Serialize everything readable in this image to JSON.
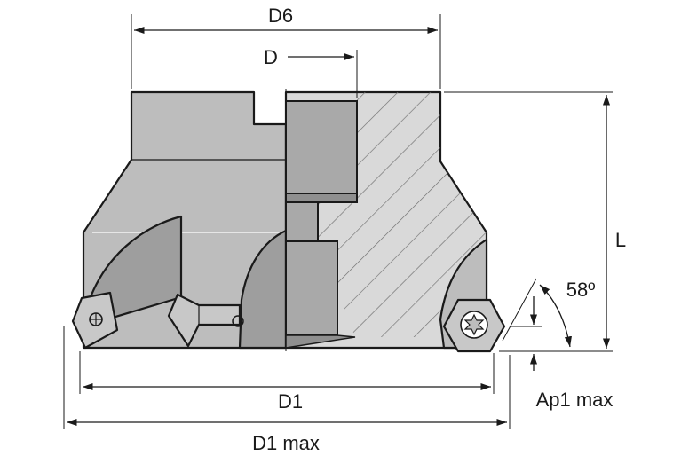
{
  "labels": {
    "d6": "D6",
    "d": "D",
    "l": "L",
    "angle": "58º",
    "d1": "D1",
    "ap1": "Ap1 max",
    "d1max": "D1 max"
  },
  "colors": {
    "body": "#bdbdbd",
    "body_dark": "#9e9e9e",
    "section": "#d9d9d9",
    "hatch": "#6f6f6f",
    "line": "#1a1a1a"
  }
}
